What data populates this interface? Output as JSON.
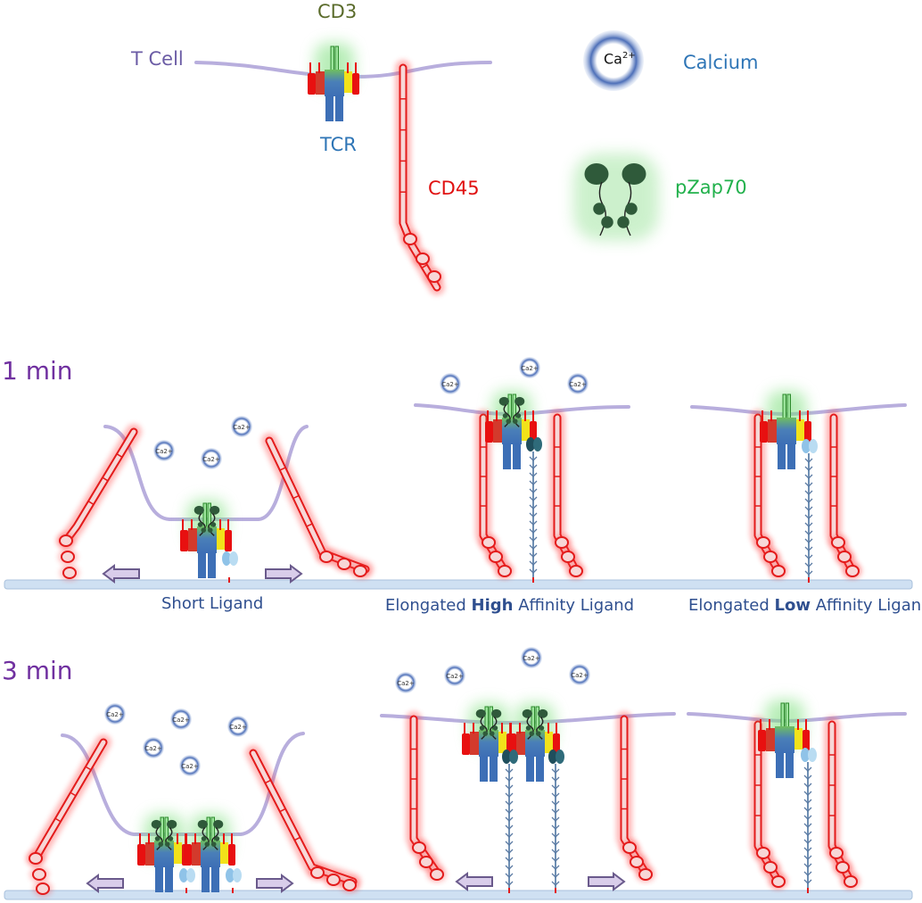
{
  "legend": {
    "cd3": "CD3",
    "t_cell": "T Cell",
    "tcr": "TCR",
    "cd45": "CD45",
    "calcium_symbol": "Ca",
    "calcium_charge": "2+",
    "calcium": "Calcium",
    "pzap70": "pZap70"
  },
  "rows": [
    {
      "time": "1 min"
    },
    {
      "time": "3 min"
    }
  ],
  "captions": {
    "short": "Short Ligand",
    "high_pre": "Elongated ",
    "high_bold": "High",
    "high_post": " Affinity Ligand",
    "low_pre": "Elongated ",
    "low_bold": "Low",
    "low_post": " Affinity Ligand"
  },
  "small_calcium_label": "Ca2+",
  "colors": {
    "membrane": "#b8aedd",
    "cd45_fill": "#f7d7d7",
    "cd45_glow": "#ff3b3b",
    "tcr_blue": "#3d6fb6",
    "zap_green": "#2f5a3a",
    "calcium_ring": "#6a8cc7",
    "surface": "#cfe0f2",
    "arrow": "#6a5a8c",
    "time_purple": "#7030a0",
    "legend_cd3": "#5a6b2b",
    "legend_tcell": "#6b5ca5",
    "legend_tcr": "#2e75b6",
    "legend_cd45": "#e01010",
    "legend_calcium": "#2e75b6",
    "legend_pzap70": "#22b14c"
  }
}
